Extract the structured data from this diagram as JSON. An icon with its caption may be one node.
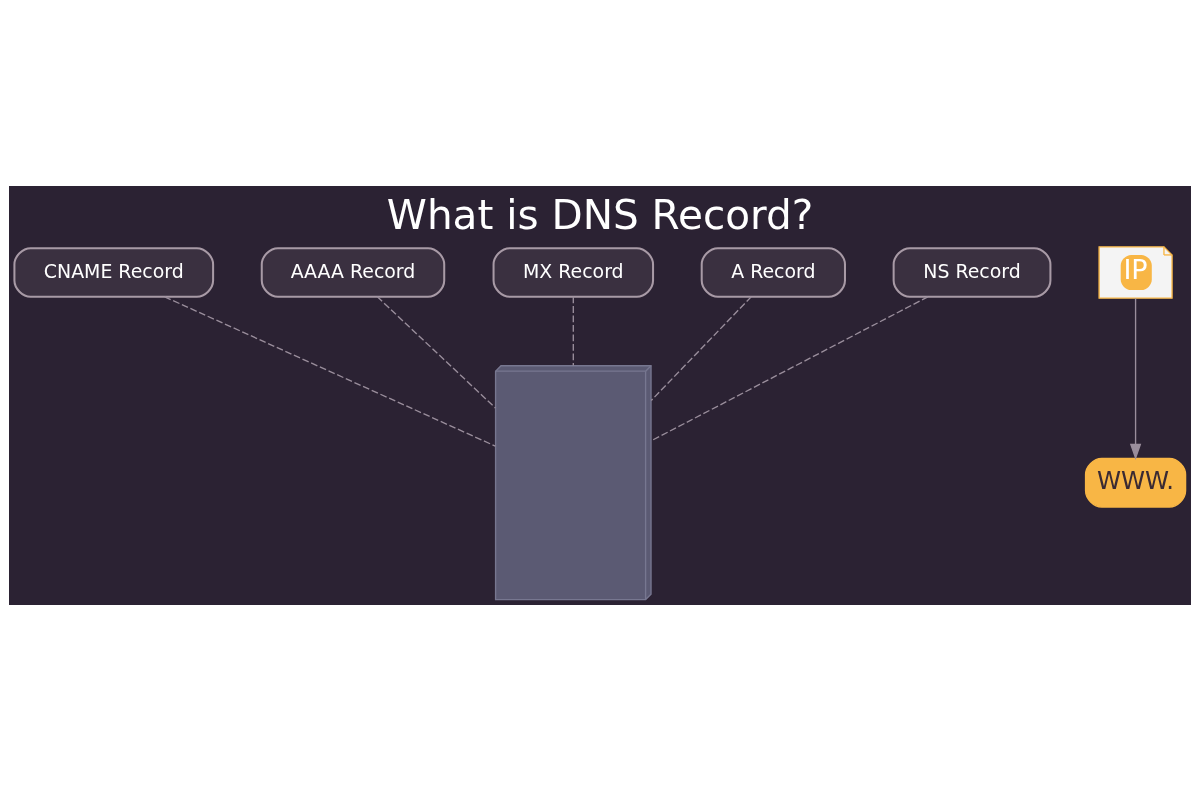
{
  "diagram": {
    "title": "What is DNS Record?",
    "nodes": [
      {
        "text": [],
        "shape": "picture"
      },
      {
        "text": [
          "CNAME Record"
        ]
      },
      {
        "text": [
          "AAAA Record"
        ]
      },
      {
        "text": [
          "MX Record"
        ]
      },
      {
        "text": [
          "A Record"
        ]
      },
      {
        "text": [
          "NS Record"
        ]
      },
      {
        "text": [
          "IP"
        ]
      },
      {
        "text": [
          "WWW."
        ]
      }
    ],
    "edges": [
      {
        "from": 1,
        "to": 0,
        "arrow": "none",
        "style": "dashed"
      },
      {
        "from": 2,
        "to": 0,
        "arrow": "none",
        "style": "dashed"
      },
      {
        "from": 3,
        "to": 0,
        "arrow": "none",
        "style": "dashed"
      },
      {
        "from": 4,
        "to": 0,
        "arrow": "none",
        "style": "dashed"
      },
      {
        "from": 5,
        "to": 0,
        "arrow": "none",
        "style": "dashed"
      },
      {
        "from": 6,
        "to": 7,
        "arrow": "to"
      }
    ]
  }
}
